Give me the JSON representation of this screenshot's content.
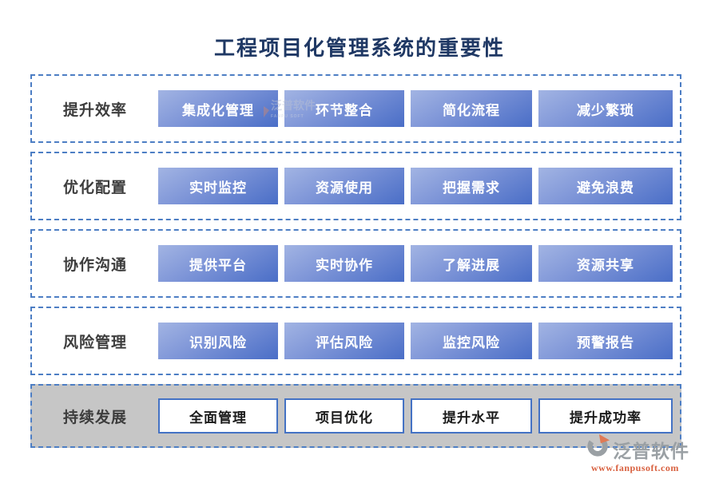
{
  "title": "工程项目化管理系统的重要性",
  "rows": [
    {
      "label": "提升效率",
      "items": [
        "集成化管理",
        "环节整合",
        "简化流程",
        "减少繁琐"
      ]
    },
    {
      "label": "优化配置",
      "items": [
        "实时监控",
        "资源使用",
        "把握需求",
        "避免浪费"
      ]
    },
    {
      "label": "协作沟通",
      "items": [
        "提供平台",
        "实时协作",
        "了解进展",
        "资源共享"
      ]
    },
    {
      "label": "风险管理",
      "items": [
        "识别风险",
        "评估风险",
        "监控风险",
        "预警报告"
      ]
    },
    {
      "label": "持续发展",
      "items": [
        "全面管理",
        "项目优化",
        "提升水平",
        "提升成功率"
      ]
    }
  ],
  "watermark": {
    "text": "泛普软件",
    "subtext": "FANPU SOFT"
  },
  "logo": {
    "name": "泛普软件",
    "url": "www.fanpusoft.com"
  },
  "colors": {
    "title": "#1f3864",
    "dashed_border": "#4d7ec4",
    "chip_gradient_top": "#a2b4e3",
    "chip_gradient_bottom": "#4a6ec7",
    "chip_text": "#ffffff",
    "last_row_bg": "#c6c6c6",
    "white_chip_border": "#4472c4",
    "logo_gray": "#9aa0a4",
    "logo_orange": "#d8603f"
  }
}
